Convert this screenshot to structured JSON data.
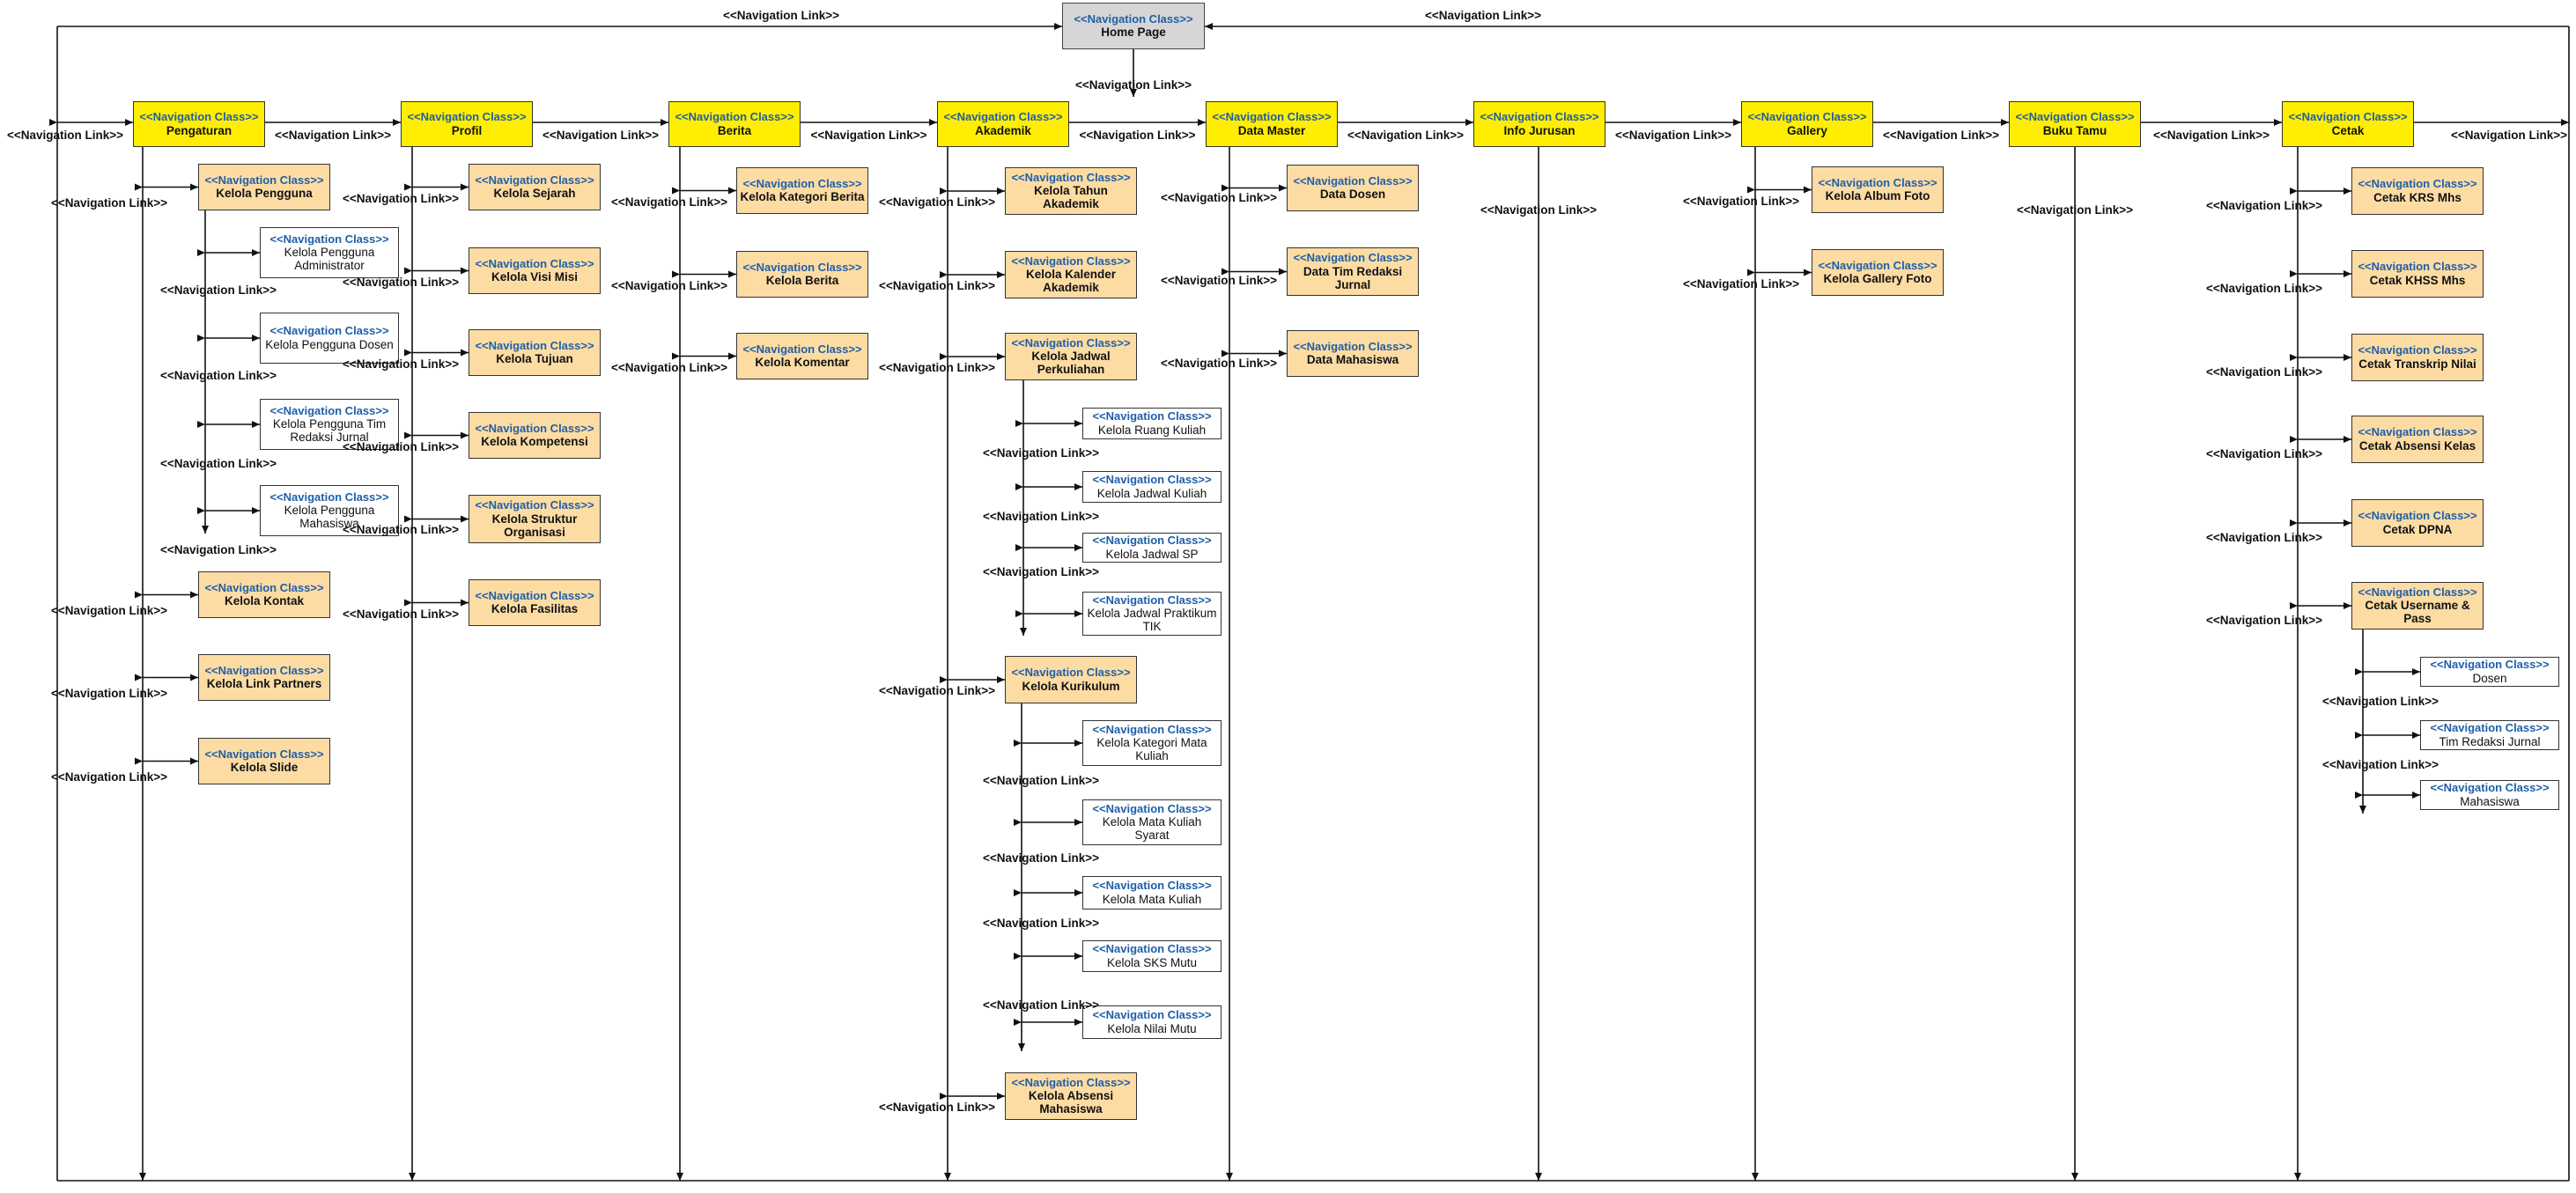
{
  "stereotype": "<<Navigation Class>>",
  "link_label": "<<Navigation Link>>",
  "home": {
    "name": "Home Page"
  },
  "main": [
    {
      "name": "Pengaturan"
    },
    {
      "name": "Profil"
    },
    {
      "name": "Berita"
    },
    {
      "name": "Akademik"
    },
    {
      "name": "Data Master"
    },
    {
      "name": "Info Jurusan"
    },
    {
      "name": "Gallery"
    },
    {
      "name": "Buku Tamu"
    },
    {
      "name": "Cetak"
    }
  ],
  "pengaturan": {
    "subs": [
      {
        "name": "Kelola Pengguna"
      },
      {
        "name": "Kelola Kontak"
      },
      {
        "name": "Kelola Link Partners"
      },
      {
        "name": "Kelola Slide"
      }
    ],
    "pengguna_children": [
      {
        "name": "Kelola Pengguna Administrator"
      },
      {
        "name": "Kelola Pengguna Dosen"
      },
      {
        "name": "Kelola Pengguna Tim Redaksi Jurnal"
      },
      {
        "name": "Kelola Pengguna Mahasiswa"
      }
    ]
  },
  "profil": {
    "subs": [
      {
        "name": "Kelola Sejarah"
      },
      {
        "name": "Kelola Visi Misi"
      },
      {
        "name": "Kelola Tujuan"
      },
      {
        "name": "Kelola Kompetensi"
      },
      {
        "name": "Kelola Struktur Organisasi"
      },
      {
        "name": "Kelola Fasilitas"
      }
    ]
  },
  "berita": {
    "subs": [
      {
        "name": "Kelola Kategori Berita"
      },
      {
        "name": "Kelola Berita"
      },
      {
        "name": "Kelola Komentar"
      }
    ]
  },
  "akademik": {
    "subs": [
      {
        "name": "Kelola Tahun Akademik"
      },
      {
        "name": "Kelola Kalender Akademik"
      },
      {
        "name": "Kelola Jadwal Perkuliahan"
      },
      {
        "name": "Kelola Kurikulum"
      },
      {
        "name": "Kelola Absensi Mahasiswa"
      }
    ],
    "jadwal_children": [
      {
        "name": "Kelola Ruang Kuliah"
      },
      {
        "name": "Kelola Jadwal Kuliah"
      },
      {
        "name": "Kelola Jadwal SP"
      },
      {
        "name": "Kelola Jadwal Praktikum TIK"
      }
    ],
    "kurikulum_children": [
      {
        "name": "Kelola Kategori Mata Kuliah"
      },
      {
        "name": "Kelola Mata Kuliah Syarat"
      },
      {
        "name": "Kelola Mata Kuliah"
      },
      {
        "name": "Kelola SKS Mutu"
      },
      {
        "name": "Kelola Nilai Mutu"
      }
    ]
  },
  "data_master": {
    "subs": [
      {
        "name": "Data Dosen"
      },
      {
        "name": "Data Tim Redaksi Jurnal"
      },
      {
        "name": "Data Mahasiswa"
      }
    ]
  },
  "gallery": {
    "subs": [
      {
        "name": "Kelola Album Foto"
      },
      {
        "name": "Kelola Gallery Foto"
      }
    ]
  },
  "cetak": {
    "subs": [
      {
        "name": "Cetak KRS Mhs"
      },
      {
        "name": "Cetak KHSS Mhs"
      },
      {
        "name": "Cetak Transkrip Nilai"
      },
      {
        "name": "Cetak Absensi Kelas"
      },
      {
        "name": "Cetak DPNA"
      },
      {
        "name": "Cetak Username & Pass"
      }
    ],
    "username_children": [
      {
        "name": "Dosen"
      },
      {
        "name": "Tim Redaksi Jurnal"
      },
      {
        "name": "Mahasiswa"
      }
    ]
  },
  "colors": {
    "home": "#d6d6d6",
    "main": "#ffee00",
    "sub": "#fddca4",
    "leaf": "#ffffff",
    "stereotype_text": "#1f5fa8"
  }
}
